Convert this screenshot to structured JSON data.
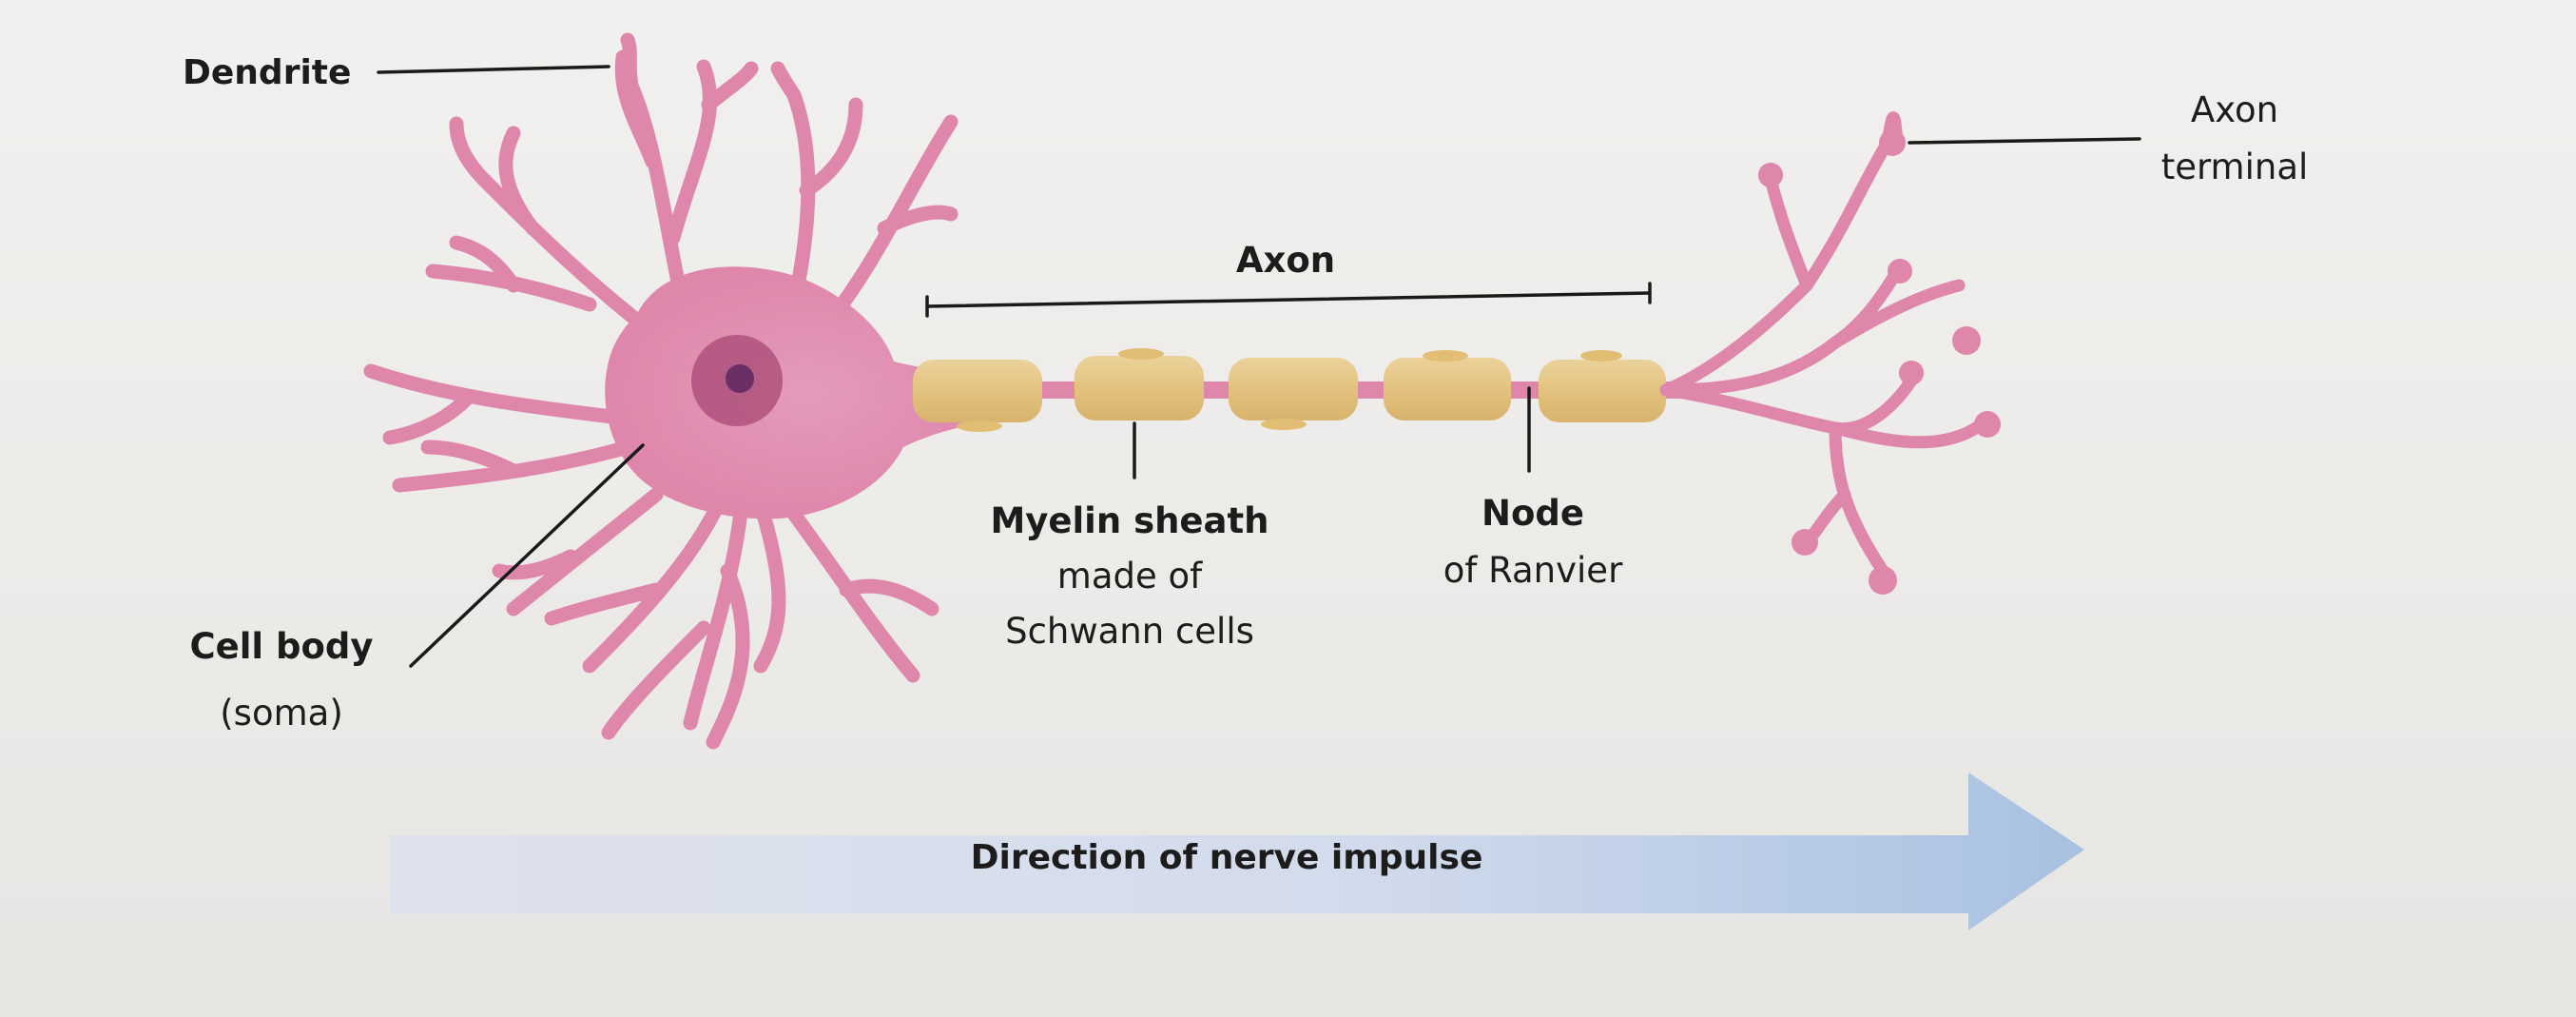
{
  "labels": {
    "dendrite": "Dendrite",
    "axon_terminal_1": "Axon",
    "axon_terminal_2": "terminal",
    "axon": "Axon",
    "myelin_1": "Myelin sheath",
    "myelin_2": "made of",
    "myelin_3": "Schwann cells",
    "node_1": "Node",
    "node_2": "of Ranvier",
    "cell_body_1": "Cell body",
    "cell_body_2": "(soma)",
    "impulse": "Direction of nerve impulse"
  },
  "colors": {
    "neuron_pink": "#df86ab",
    "nucleus": "#b0557f",
    "nucleolus": "#6a2f66",
    "myelin": "#e4c482",
    "arrow_light": "#dfe1ec",
    "arrow_dark": "#a9c2e2"
  }
}
